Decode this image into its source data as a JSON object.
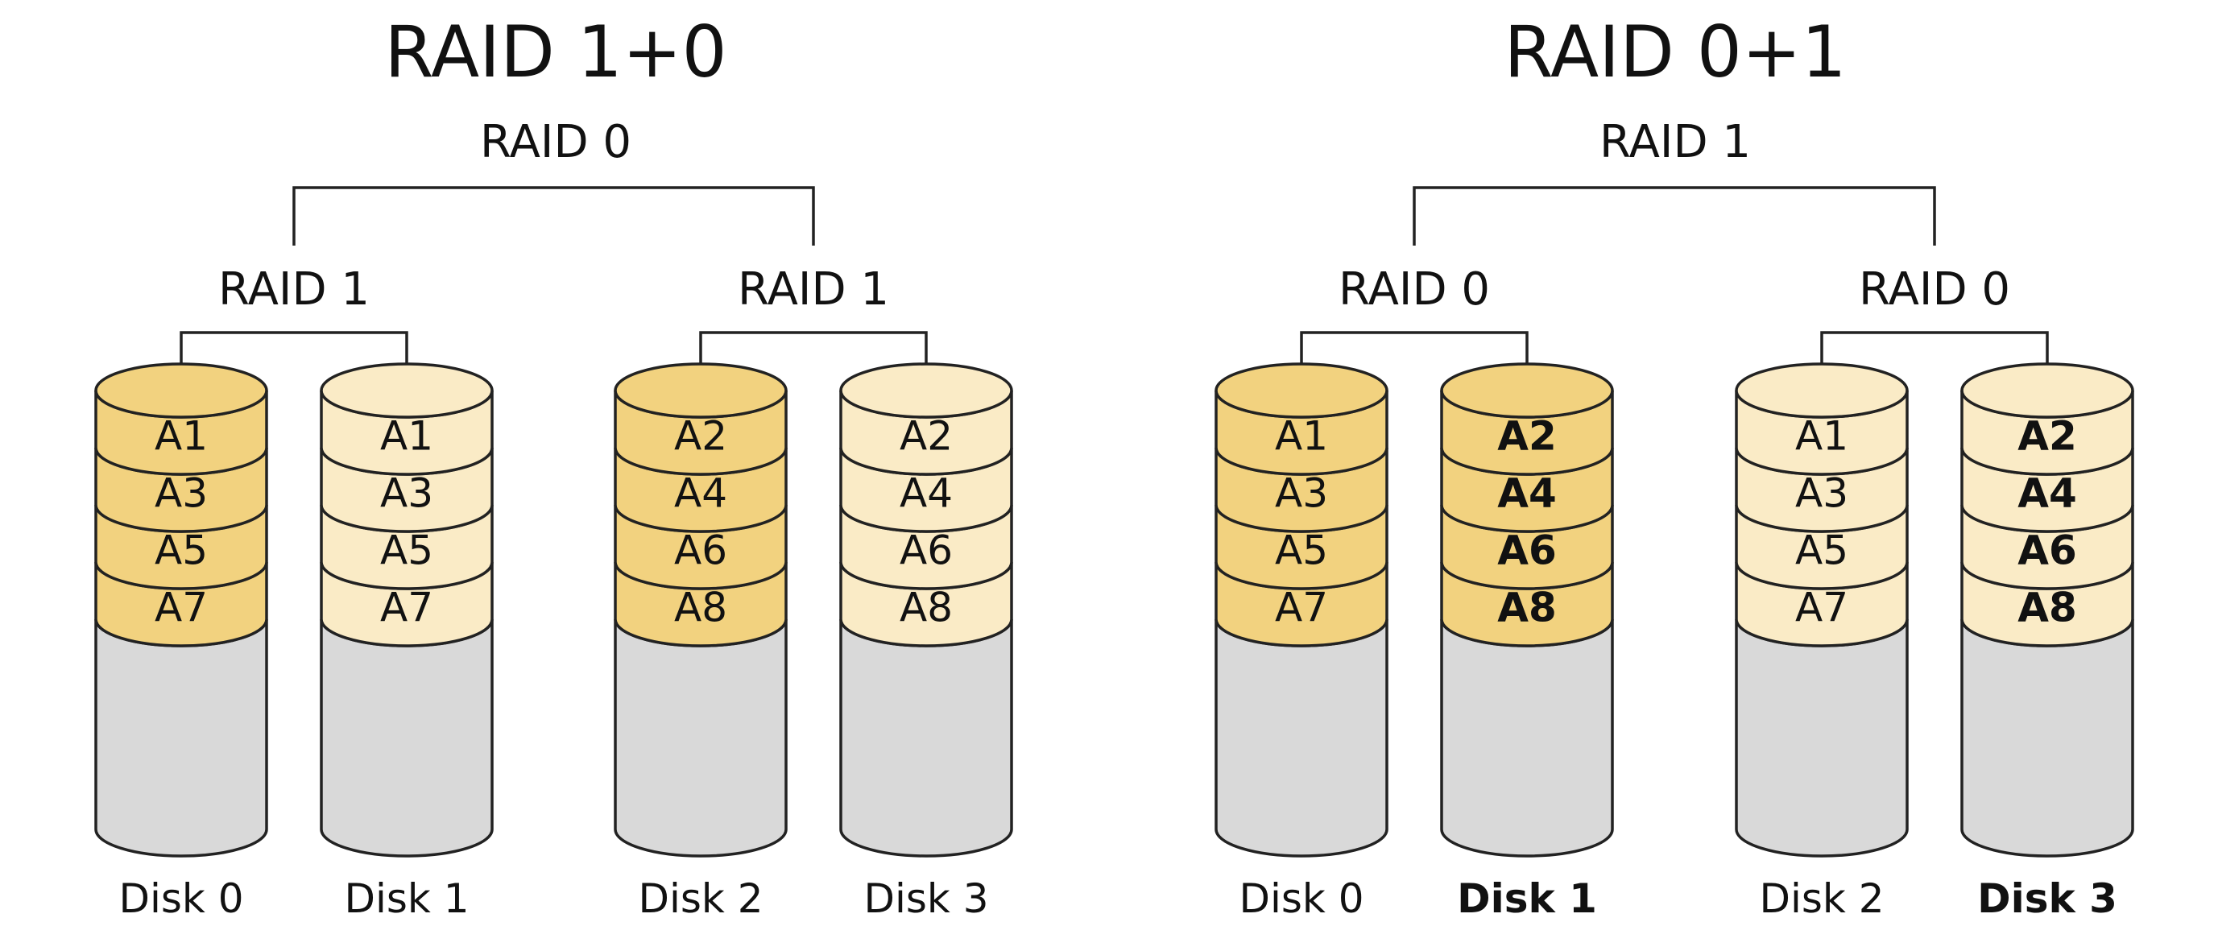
{
  "colors": {
    "data_dark": "#F2D27F",
    "data_light": "#FAEBC6",
    "empty": "#D9D9D9",
    "outline": "#222222"
  },
  "diagrams": [
    {
      "title": "RAID 1+0",
      "top_label": "RAID 0",
      "groups": [
        {
          "label": "RAID 1",
          "disks": [
            {
              "name": "Disk 0",
              "bold": false,
              "shade": "dark",
              "blocks": [
                "A1",
                "A3",
                "A5",
                "A7"
              ]
            },
            {
              "name": "Disk 1",
              "bold": false,
              "shade": "light",
              "blocks": [
                "A1",
                "A3",
                "A5",
                "A7"
              ]
            }
          ]
        },
        {
          "label": "RAID 1",
          "disks": [
            {
              "name": "Disk 2",
              "bold": false,
              "shade": "dark",
              "blocks": [
                "A2",
                "A4",
                "A6",
                "A8"
              ]
            },
            {
              "name": "Disk 3",
              "bold": false,
              "shade": "light",
              "blocks": [
                "A2",
                "A4",
                "A6",
                "A8"
              ]
            }
          ]
        }
      ]
    },
    {
      "title": "RAID 0+1",
      "top_label": "RAID 1",
      "groups": [
        {
          "label": "RAID 0",
          "disks": [
            {
              "name": "Disk 0",
              "bold": false,
              "shade": "dark",
              "blocks": [
                "A1",
                "A3",
                "A5",
                "A7"
              ]
            },
            {
              "name": "Disk 1",
              "bold": true,
              "shade": "dark",
              "blocks": [
                "A2",
                "A4",
                "A6",
                "A8"
              ]
            }
          ]
        },
        {
          "label": "RAID 0",
          "disks": [
            {
              "name": "Disk 2",
              "bold": false,
              "shade": "light",
              "blocks": [
                "A1",
                "A3",
                "A5",
                "A7"
              ]
            },
            {
              "name": "Disk 3",
              "bold": true,
              "shade": "light",
              "blocks": [
                "A2",
                "A4",
                "A6",
                "A8"
              ]
            }
          ]
        }
      ]
    }
  ]
}
